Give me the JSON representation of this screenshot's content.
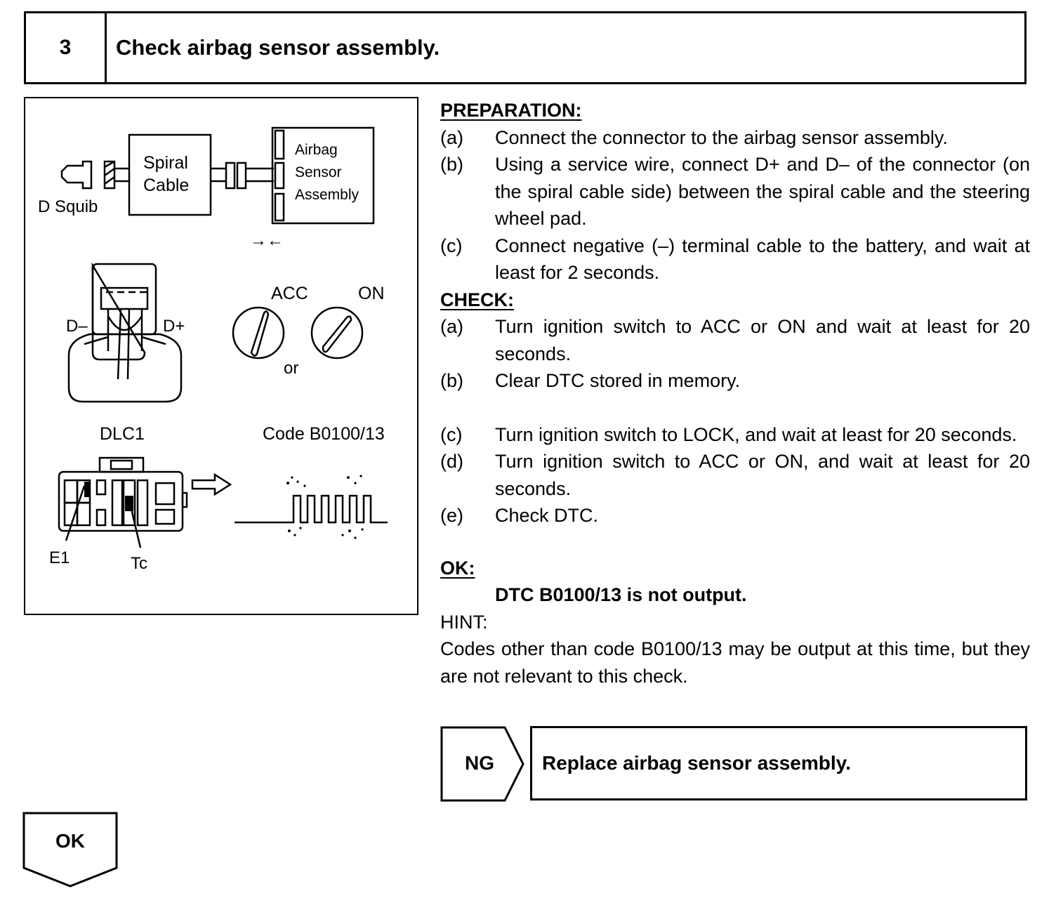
{
  "step": {
    "number": "3",
    "title": "Check airbag sensor assembly."
  },
  "figure": {
    "labels": {
      "d_squib": "D Squib",
      "spiral_line1": "Spiral",
      "spiral_line2": "Cable",
      "sensor_line1": "Airbag",
      "sensor_line2": "Sensor",
      "sensor_line3": "Assembly",
      "arrows": "→←",
      "d_minus": "D–",
      "d_plus": "D+",
      "acc": "ACC",
      "on": "ON",
      "or": "or",
      "dlc1": "DLC1",
      "code": "Code B0100/13",
      "e1": "E1",
      "tc": "Tc"
    }
  },
  "preparation": {
    "heading": "PREPARATION:",
    "items": [
      {
        "label": "(a)",
        "text": "Connect the connector to the airbag sensor assembly."
      },
      {
        "label": "(b)",
        "text": "Using a service wire, connect D+ and D– of the connector (on the spiral cable side) between the spiral cable and the steering wheel pad."
      },
      {
        "label": "(c)",
        "text": "Connect negative (–) terminal cable to the battery, and wait at least for 2 seconds."
      }
    ]
  },
  "check": {
    "heading": "CHECK:",
    "items": [
      {
        "label": "(a)",
        "text": "Turn ignition switch to ACC or ON and wait at least for 20 seconds."
      },
      {
        "label": "(b)",
        "text": "Clear DTC stored in memory."
      },
      {
        "label": "(c)",
        "text": "Turn ignition switch to LOCK, and wait at least for 20 seconds."
      },
      {
        "label": "(d)",
        "text": "Turn ignition switch to ACC or ON, and wait at least for 20 seconds."
      },
      {
        "label": "(e)",
        "text": "Check DTC."
      }
    ]
  },
  "ok_section": {
    "heading": "OK:",
    "result": "DTC B0100/13 is not output.",
    "hint_heading": "HINT:",
    "hint_text": "Codes other than code B0100/13 may be output at this time, but they are not relevant to this check."
  },
  "ng_box": {
    "label": "NG",
    "action": "Replace airbag sensor assembly."
  },
  "ok_box": {
    "label": "OK"
  }
}
